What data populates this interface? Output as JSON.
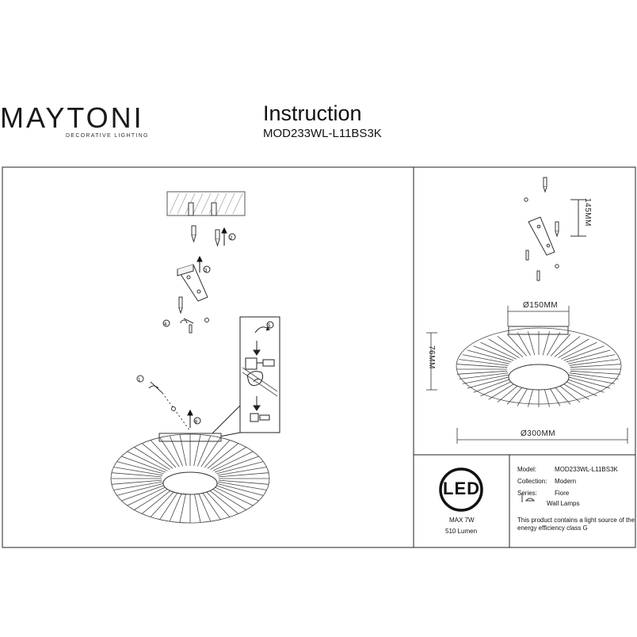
{
  "header": {
    "brand": "MAYTONI",
    "brand_sub": "DECORATIVE LIGHTING",
    "title": "Instruction",
    "model": "MOD233WL-L11BS3K"
  },
  "dimensions": {
    "diameter_small": "Ø150MM",
    "diameter_large": "Ø300MM",
    "height": "76MM",
    "bracket": "145MM"
  },
  "specs": {
    "model_label": "Model:",
    "model_value": "MOD233WL-L11BS3K",
    "collection_label": "Collection:",
    "collection_value": "Modern",
    "series_label": "Series:",
    "series_value": "Fiore",
    "type_value": "Wall Lamps",
    "led_badge": "LED",
    "max_power": "MAX 7W",
    "lumen": "510 Lumen",
    "energy_note_1": "This product contains a light source of the",
    "energy_note_2": "energy efficiency class G"
  },
  "steps": [
    "1",
    "2",
    "3",
    "4",
    "5",
    "6"
  ],
  "icons": [
    "screw-icon",
    "drill-icon",
    "screwdriver-icon",
    "arrow-up-icon",
    "hand-icon",
    "wall-lamp-icon",
    "led-badge-icon"
  ]
}
